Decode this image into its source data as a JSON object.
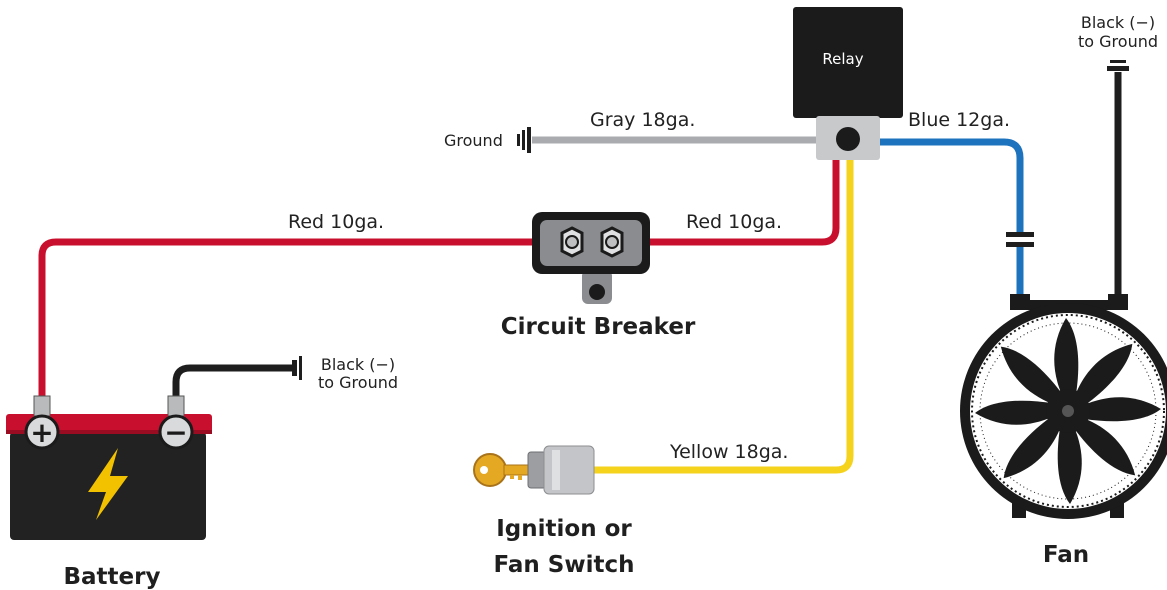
{
  "labels": {
    "relay": "Relay",
    "ground_left": "Ground",
    "gray_wire": "Gray 18ga.",
    "blue_wire": "Blue 12ga.",
    "red_wire_left": "Red 10ga.",
    "red_wire_right": "Red 10ga.",
    "yellow_wire": "Yellow 18ga.",
    "circuit_breaker": "Circuit Breaker",
    "battery": "Battery",
    "ignition_line1": "Ignition or",
    "ignition_line2": "Fan Switch",
    "fan": "Fan",
    "battery_ground_line1": "Black (−)",
    "battery_ground_line2": "to Ground",
    "fan_ground_line1": "Black (−)",
    "fan_ground_line2": "to Ground",
    "battery_plus": "+",
    "battery_minus": "−"
  },
  "colors": {
    "red_wire": "#c8102e",
    "gray_wire": "#a9abae",
    "blue_wire": "#1e73be",
    "yellow_wire": "#f5d21c",
    "black_wire": "#1e1e1e",
    "relay_body": "#1b1b1b",
    "battery_top": "#c8102e",
    "bolt": "#f2c200",
    "key": "#e5a823"
  }
}
